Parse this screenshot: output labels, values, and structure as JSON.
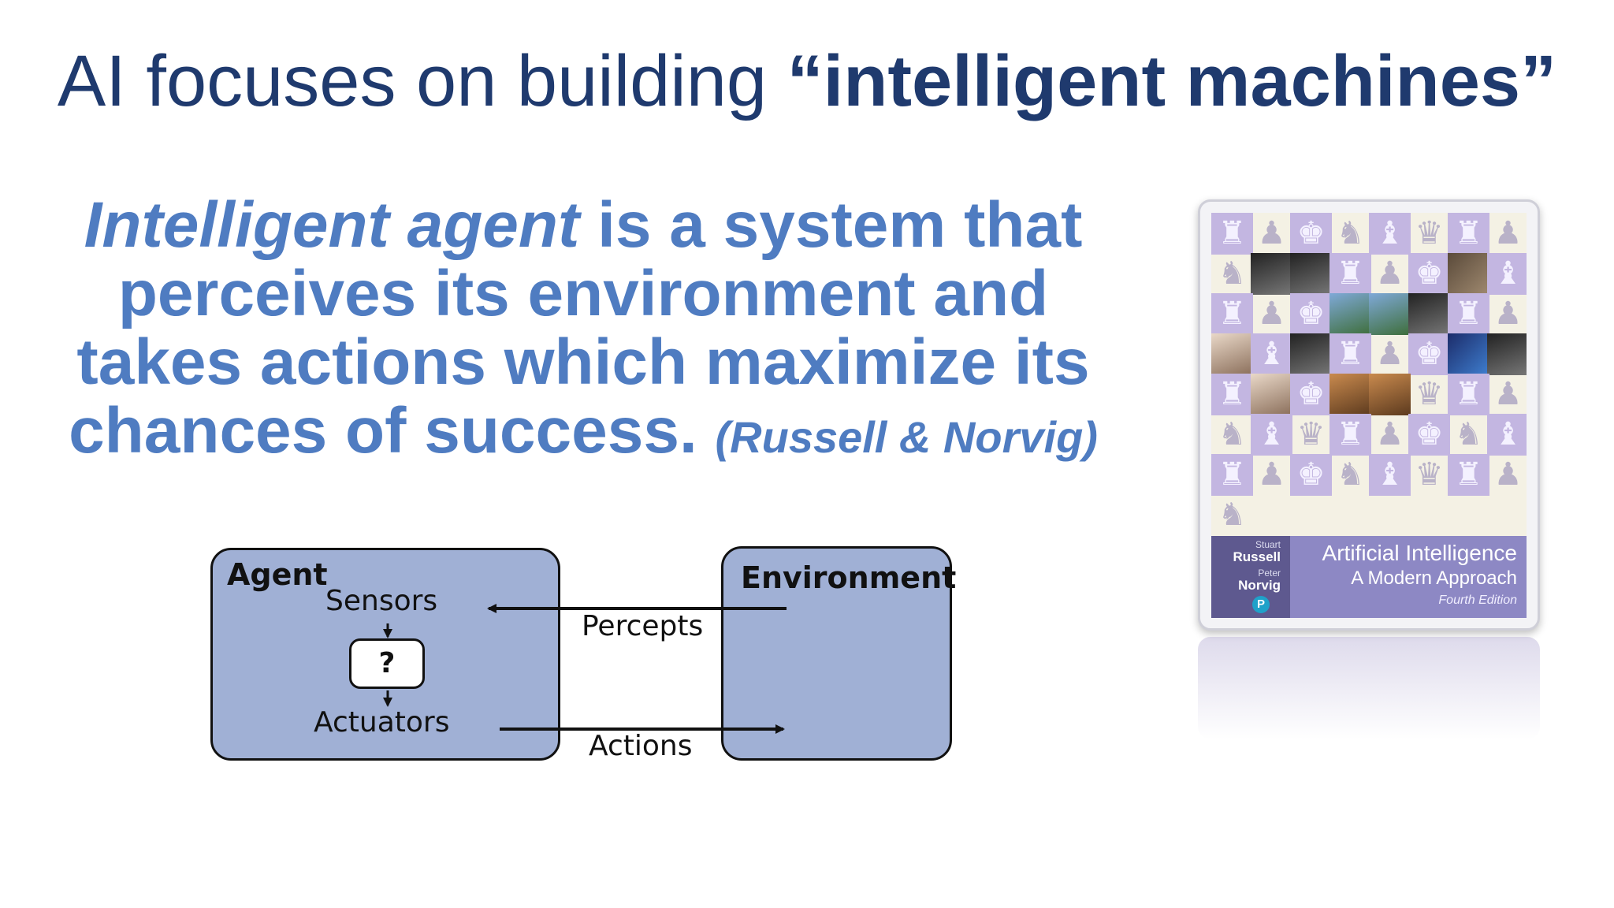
{
  "slide": {
    "title_prefix": "AI focuses on building ",
    "title_emphasis": "“intelligent machines”",
    "definition": {
      "emphasis": "Intelligent agent",
      "line1_rest": " is a system that",
      "line2": "perceives its environment and",
      "line3": "takes actions which maximize its",
      "line4": "chances of success. ",
      "citation": "(Russell & Norvig)"
    }
  },
  "diagram": {
    "agent_label": "Agent",
    "sensors_label": "Sensors",
    "unknown_label": "?",
    "actuators_label": "Actuators",
    "environment_label": "Environment",
    "percepts_label": "Percepts",
    "actions_label": "Actions",
    "colors": {
      "box_fill": "#a0b0d5",
      "stroke": "#111111"
    }
  },
  "book": {
    "author1_first": "Stuart",
    "author1_last": "Russell",
    "author2_first": "Peter",
    "author2_last": "Norvig",
    "title": "Artificial Intelligence",
    "subtitle": "A Modern Approach",
    "edition": "Fourth Edition",
    "publisher_icon": "P"
  },
  "colors": {
    "title": "#1f3a6e",
    "definition": "#4f7cc1"
  }
}
